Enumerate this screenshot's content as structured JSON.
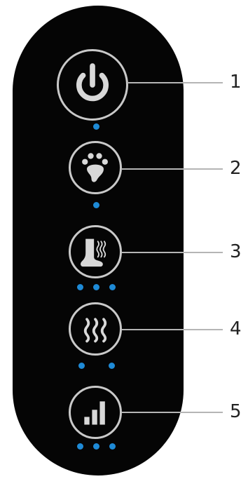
{
  "callouts": [
    "1",
    "2",
    "3",
    "4",
    "5"
  ],
  "buttons": [
    {
      "id": "power",
      "icon": "power-icon",
      "indicator_count": 1
    },
    {
      "id": "paw",
      "icon": "paw-icon",
      "indicator_count": 1
    },
    {
      "id": "boot-heat",
      "icon": "boot-heat-icon",
      "indicator_count": 3
    },
    {
      "id": "heat",
      "icon": "heat-waves-icon",
      "indicator_count": 2
    },
    {
      "id": "level",
      "icon": "signal-bars-icon",
      "indicator_count": 3
    }
  ],
  "colors": {
    "panel": "#050505",
    "ring": "#c9c9c9",
    "icon": "#d8d8d8",
    "indicator": "#1e8ad6",
    "leader": "#b5b5b5",
    "callout_text": "#222222"
  }
}
